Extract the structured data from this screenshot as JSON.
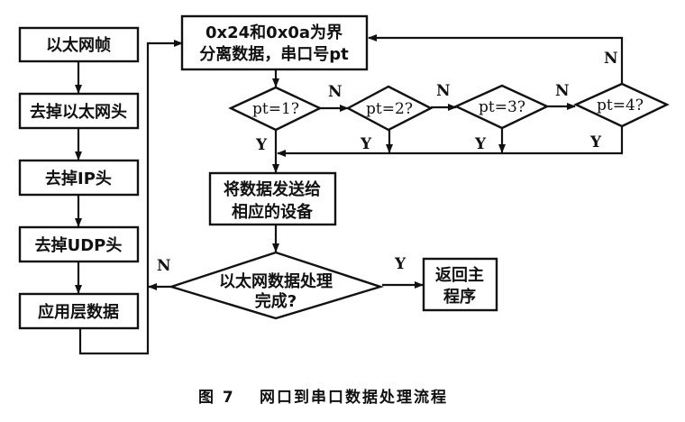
{
  "diagram": {
    "type": "flowchart",
    "caption": {
      "figure_label": "图 7",
      "title": "网口到串口数据处理流程"
    },
    "left_column": [
      {
        "id": "eth-frame",
        "label": "以太网帧"
      },
      {
        "id": "strip-eth",
        "label": "去掉以太网头"
      },
      {
        "id": "strip-ip",
        "label": "去掉IP头"
      },
      {
        "id": "strip-udp",
        "label": "去掉UDP头"
      },
      {
        "id": "app-data",
        "label": "应用层数据"
      }
    ],
    "separate": {
      "line1": "0x24和0x0a为界",
      "line2": "分离数据，串口号pt"
    },
    "decisions": [
      {
        "id": "pt1",
        "label": "pt=1?"
      },
      {
        "id": "pt2",
        "label": "pt=2?"
      },
      {
        "id": "pt3",
        "label": "pt=3?"
      },
      {
        "id": "pt4",
        "label": "pt=4?"
      }
    ],
    "send": {
      "line1": "将数据发送给",
      "line2": "相应的设备"
    },
    "done_check": {
      "line1": "以太网数据处理",
      "line2": "完成?"
    },
    "return": {
      "line1": "返回主",
      "line2": "程序"
    },
    "branch_labels": {
      "yes": "Y",
      "no": "N"
    }
  }
}
